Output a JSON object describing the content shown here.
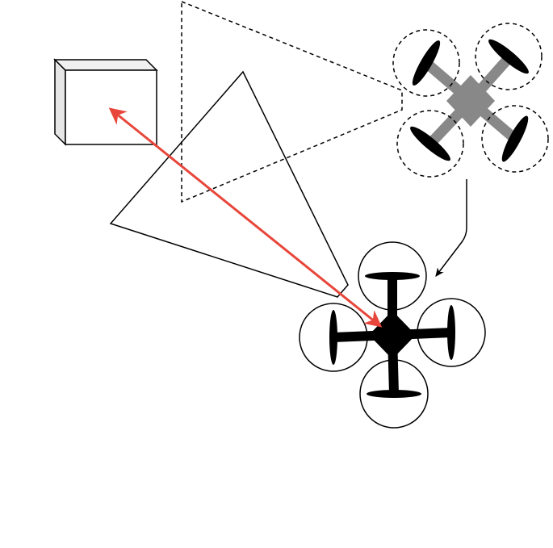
{
  "diagram": {
    "colors": {
      "line": "#000000",
      "measurement_arrow": "#e8463a",
      "ghost_drone_body": "#888888",
      "drone_body": "#000000",
      "box_side": "#e6e6e6",
      "box_top": "#f0f0f0",
      "background": "#ffffff"
    },
    "icons": {
      "target_box": "box-icon",
      "current_drone": "quadcopter-icon",
      "predicted_drone": "quadcopter-ghost-icon"
    },
    "elements": {
      "target_box": {
        "kind": "3d-box"
      },
      "current_drone": {
        "kind": "quadcopter",
        "style": "solid"
      },
      "predicted_drone": {
        "kind": "quadcopter",
        "style": "dashed"
      },
      "current_fov": {
        "kind": "triangle",
        "style": "solid"
      },
      "predicted_fov": {
        "kind": "triangle",
        "style": "dashed"
      },
      "motion_arrow": {
        "from": "predicted_drone",
        "to": "current_drone",
        "style": "curved"
      },
      "measurement_arrow": {
        "from": "current_drone",
        "to": "target_box",
        "style": "double-headed"
      }
    }
  }
}
